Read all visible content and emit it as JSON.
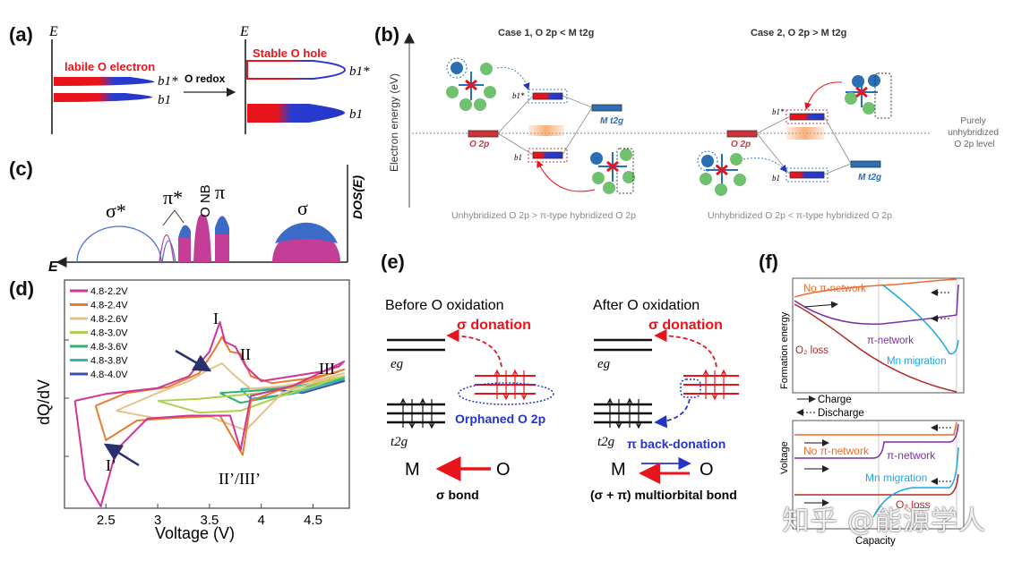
{
  "panels": {
    "a": {
      "label": "(a)",
      "e_axis": "E",
      "labile": "labile O electron",
      "b1star": "b1*",
      "b1": "b1",
      "redox": "O redox",
      "stable": "Stable O hole"
    },
    "b": {
      "label": "(b)",
      "yaxis": "Electron energy (eV)",
      "case1": "Case 1, O 2p < M t2g",
      "case2": "Case 2, O 2p > M t2g",
      "o2p": "O 2p",
      "mt2g": "M t2g",
      "b1star": "b1*",
      "b1": "b1",
      "purely": [
        "Purely",
        "unhybridized",
        "O 2p level"
      ],
      "cap1": "Unhybridized O 2p > π-type hybridized O 2p",
      "cap2": "Unhybridized O 2p < π-type hybridized O 2p"
    },
    "c": {
      "label": "(c)",
      "sigma_star": "σ*",
      "pi_star": "π*",
      "onb": "O NB",
      "pi": "π",
      "sigma": "σ",
      "dos": "DOS(E)",
      "e": "E"
    },
    "d": {
      "label": "(d)",
      "ylabel": "dQ/dV",
      "xlabel": "Voltage (V)",
      "peaks": [
        "I",
        "II",
        "III",
        "I’",
        "II’/III’"
      ]
    },
    "e": {
      "label": "(e)",
      "before": "Before O oxidation",
      "after": "After O oxidation",
      "sigma_don": "σ donation",
      "eg": "eg",
      "t2g": "t2g",
      "orphaned": "Orphaned O 2p",
      "pi_back": "π back-donation",
      "m": "M",
      "o": "O",
      "sigma_bond": "σ bond",
      "multi": "(σ + π) multiorbital bond"
    },
    "f": {
      "label": "(f)",
      "top_ylabel": "Formation energy",
      "bot_ylabel": "Voltage",
      "xlabel": "Capacity",
      "no_pi": "No π-network",
      "pi_net": "π-network",
      "o2loss": "O₂ loss",
      "mn_mig": "Mn migration",
      "charge": "Charge",
      "discharge": "Discharge"
    }
  },
  "watermark": "知乎 @能源学人",
  "colors": {
    "red": "#e8141b",
    "blue": "#2434c8",
    "magenta": "#c13a8e",
    "pink": "#d04fa0",
    "cyan": "#1ea5e0",
    "purple": "#7b2ea8",
    "orange": "#ee6a2a"
  },
  "chart_data": {
    "type": "line",
    "xlabel": "Voltage (V)",
    "ylabel": "dQ/dV",
    "xlim": [
      2.1,
      4.85
    ],
    "ticks": [
      "2.5",
      "3",
      "3.5",
      "4",
      "4.5"
    ],
    "series": [
      {
        "name": "4.8-2.2V",
        "color": "#d03595",
        "x": [
          2.2,
          2.5,
          3.0,
          3.3,
          3.5,
          3.6,
          3.65,
          3.75,
          3.85,
          4.0,
          4.3,
          4.6,
          4.75,
          4.8,
          4.3,
          3.9,
          3.8,
          3.7,
          3.3,
          2.9,
          2.6,
          2.45,
          2.3,
          2.2
        ],
        "y": [
          0.2,
          0.27,
          0.33,
          0.45,
          0.7,
          1.0,
          0.8,
          0.75,
          0.55,
          0.4,
          0.45,
          0.5,
          0.55,
          0.6,
          0.35,
          0.25,
          -0.3,
          0.05,
          0.05,
          0.02,
          -0.3,
          -1.0,
          -0.6,
          0.2
        ]
      },
      {
        "name": "4.8-2.4V",
        "color": "#e87b2c",
        "x": [
          2.4,
          2.7,
          3.1,
          3.4,
          3.55,
          3.62,
          3.7,
          3.8,
          3.9,
          4.1,
          4.4,
          4.7,
          4.8,
          4.2,
          3.9,
          3.82,
          3.6,
          3.2,
          2.8,
          2.5,
          2.4
        ],
        "y": [
          0.15,
          0.28,
          0.34,
          0.48,
          0.72,
          0.85,
          0.7,
          0.68,
          0.45,
          0.38,
          0.42,
          0.48,
          0.52,
          0.32,
          0.2,
          -0.35,
          0.05,
          0.03,
          0.0,
          -0.2,
          0.15
        ]
      },
      {
        "name": "4.8-2.6V",
        "color": "#e6c28a",
        "x": [
          2.6,
          3.0,
          3.3,
          3.5,
          3.62,
          3.75,
          3.9,
          4.2,
          4.5,
          4.8,
          4.2,
          3.85,
          3.5,
          3.0,
          2.6
        ],
        "y": [
          0.1,
          0.28,
          0.4,
          0.52,
          0.58,
          0.45,
          0.32,
          0.35,
          0.4,
          0.48,
          0.28,
          -0.1,
          0.04,
          0.02,
          0.1
        ]
      },
      {
        "name": "4.8-3.0V",
        "color": "#b0d050",
        "x": [
          3.0,
          3.4,
          3.7,
          4.0,
          4.4,
          4.8,
          4.2,
          3.8,
          3.4,
          3.0
        ],
        "y": [
          0.2,
          0.22,
          0.25,
          0.28,
          0.35,
          0.45,
          0.25,
          0.1,
          0.08,
          0.2
        ]
      },
      {
        "name": "4.8-3.6V",
        "color": "#2db070",
        "x": [
          3.6,
          3.9,
          4.2,
          4.5,
          4.8,
          4.2,
          3.8,
          3.6
        ],
        "y": [
          0.28,
          0.3,
          0.32,
          0.36,
          0.44,
          0.26,
          0.18,
          0.28
        ]
      },
      {
        "name": "4.8-3.8V",
        "color": "#36b4b4",
        "x": [
          3.8,
          4.1,
          4.4,
          4.8,
          4.3,
          3.9,
          3.8
        ],
        "y": [
          0.32,
          0.33,
          0.36,
          0.42,
          0.27,
          0.22,
          0.32
        ]
      },
      {
        "name": "4.8-4.0V",
        "color": "#3c4fa6",
        "x": [
          4.0,
          4.3,
          4.6,
          4.8,
          4.4,
          4.0
        ],
        "y": [
          0.33,
          0.35,
          0.38,
          0.4,
          0.28,
          0.33
        ]
      }
    ]
  }
}
